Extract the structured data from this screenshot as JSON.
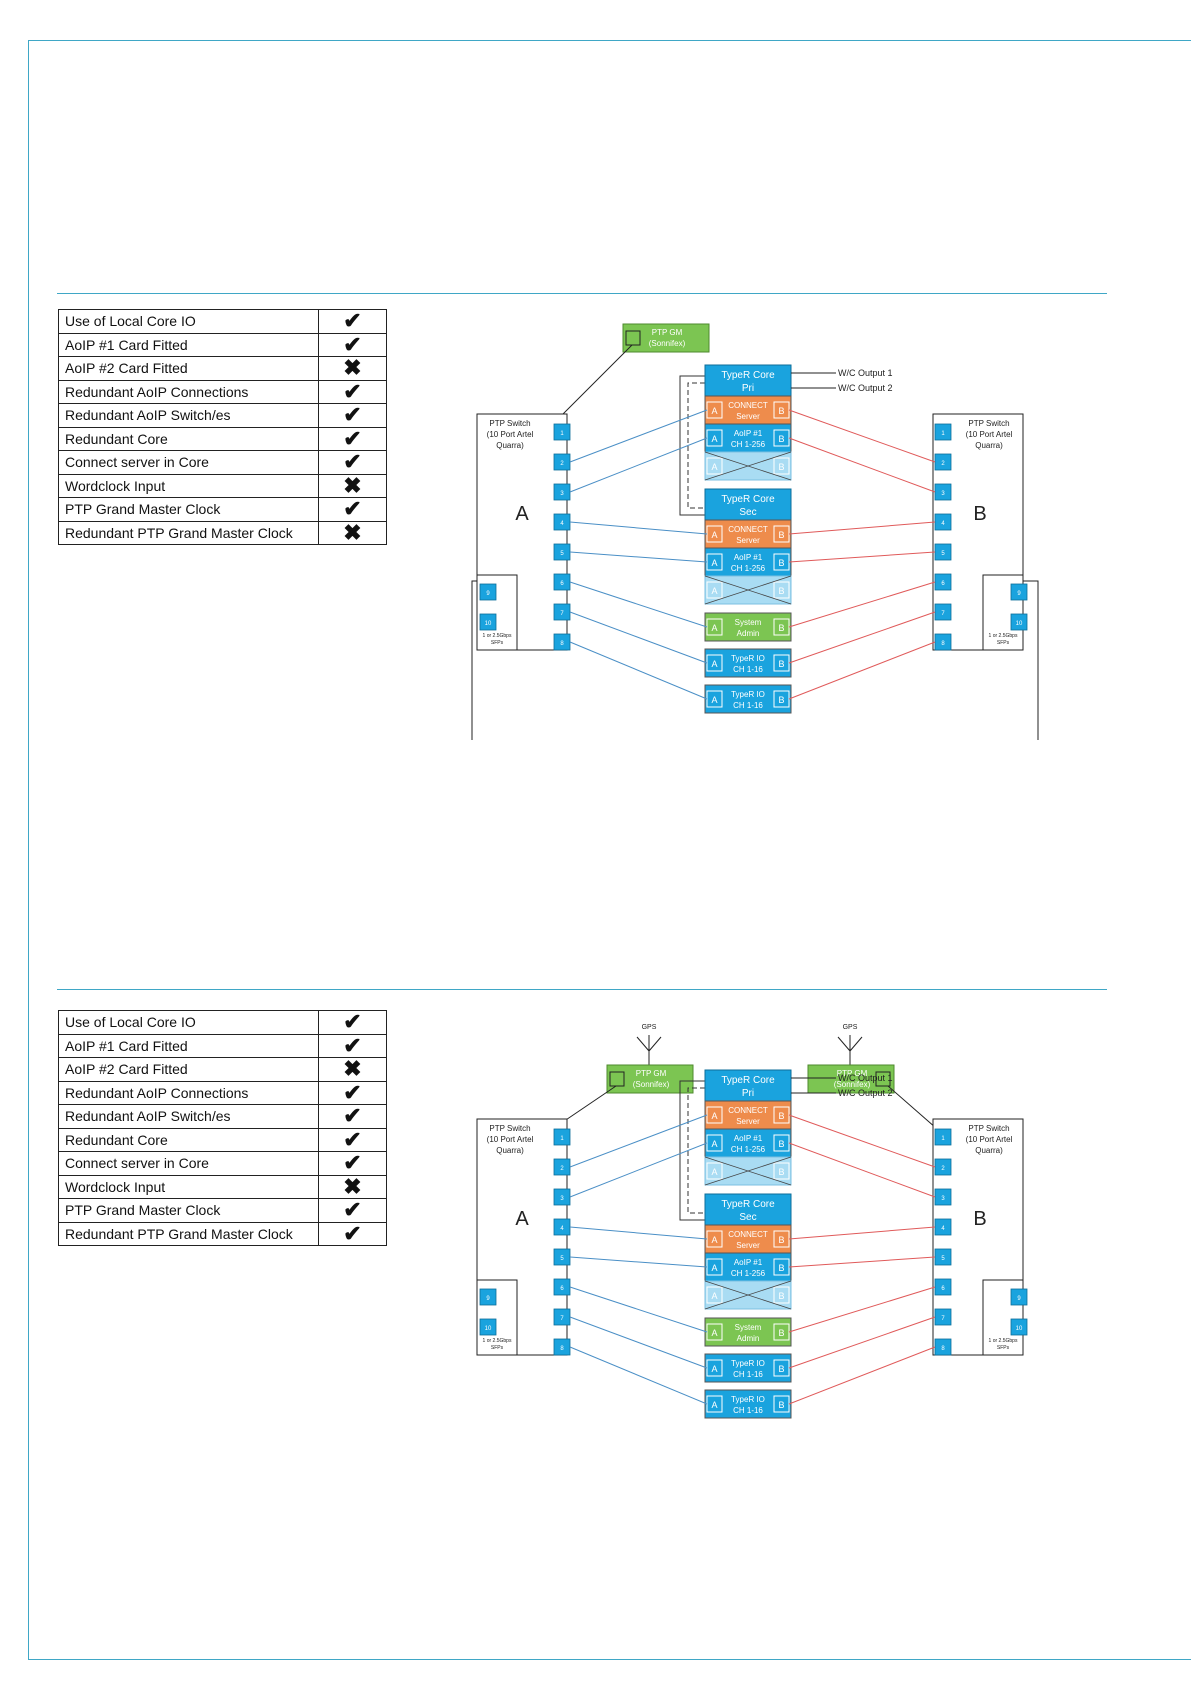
{
  "tables": [
    {
      "rows": [
        {
          "label": "Use of Local Core IO",
          "status": "yes"
        },
        {
          "label": "AoIP #1 Card Fitted",
          "status": "yes"
        },
        {
          "label": "AoIP #2 Card Fitted",
          "status": "no"
        },
        {
          "label": "Redundant AoIP Connections",
          "status": "yes"
        },
        {
          "label": "Redundant AoIP Switch/es",
          "status": "yes"
        },
        {
          "label": "Redundant Core",
          "status": "yes"
        },
        {
          "label": "Connect server in Core",
          "status": "yes"
        },
        {
          "label": "Wordclock Input",
          "status": "no"
        },
        {
          "label": "PTP Grand Master Clock",
          "status": "yes"
        },
        {
          "label": "Redundant PTP Grand Master Clock",
          "status": "no"
        }
      ]
    },
    {
      "rows": [
        {
          "label": "Use of Local Core IO",
          "status": "yes"
        },
        {
          "label": "AoIP #1 Card Fitted",
          "status": "yes"
        },
        {
          "label": "AoIP #2 Card Fitted",
          "status": "no"
        },
        {
          "label": "Redundant AoIP Connections",
          "status": "yes"
        },
        {
          "label": "Redundant AoIP Switch/es",
          "status": "yes"
        },
        {
          "label": "Redundant Core",
          "status": "yes"
        },
        {
          "label": "Connect server in Core",
          "status": "yes"
        },
        {
          "label": "Wordclock Input",
          "status": "no"
        },
        {
          "label": "PTP Grand Master Clock",
          "status": "yes"
        },
        {
          "label": "Redundant PTP Grand Master Clock",
          "status": "yes"
        }
      ]
    }
  ],
  "status_icons": {
    "yes": "check-icon",
    "no": "cross-icon"
  },
  "colors": {
    "accent_line": "#3fa7c6",
    "check": "#1aa51a",
    "cross": "#e21b1b",
    "core_blue": "#1aa3de",
    "connect_orange": "#ee8c4c",
    "system_green": "#7cc552",
    "link_a": "#4a8fc6",
    "link_b": "#e05a5a"
  },
  "diagrams": [
    {
      "ptp_gm": [
        {
          "line1": "PTP GM",
          "line2": "(Sonnifex)"
        }
      ],
      "gps_label": "",
      "switch_a": {
        "title1": "PTP Switch",
        "title2": "(10 Port Artel",
        "title3": "Quarra)",
        "letter": "A",
        "sfp1": "1 or 2.5Gbps",
        "sfp2": "SFPs"
      },
      "switch_b": {
        "title1": "PTP Switch",
        "title2": "(10 Port Artel",
        "title3": "Quarra)",
        "letter": "B",
        "sfp1": "1 or 2.5Gbps",
        "sfp2": "SFPs"
      },
      "ports": [
        "1",
        "2",
        "3",
        "4",
        "5",
        "6",
        "7",
        "8",
        "9",
        "10"
      ],
      "core_pri": {
        "line1": "TypeR Core",
        "line2": "Pri"
      },
      "core_sec": {
        "line1": "TypeR Core",
        "line2": "Sec"
      },
      "connect": {
        "line1": "CONNECT",
        "line2": "Server"
      },
      "aoip": {
        "line1": "AoIP #1",
        "line2": "CH 1-256"
      },
      "sysadmin": {
        "line1": "System",
        "line2": "Admin"
      },
      "typer_io": {
        "line1": "TypeR IO",
        "line2": "CH 1-16"
      },
      "wc_out1": "W/C Output 1",
      "wc_out2": "W/C Output 2",
      "port_a": "A",
      "port_b": "B"
    },
    {
      "ptp_gm": [
        {
          "line1": "PTP GM",
          "line2": "(Sonnifex)"
        },
        {
          "line1": "PTP GM",
          "line2": "(Sonnifex)"
        }
      ],
      "gps_label": "GPS",
      "switch_a": {
        "title1": "PTP Switch",
        "title2": "(10 Port Artel",
        "title3": "Quarra)",
        "letter": "A",
        "sfp1": "1 or 2.5Gbps",
        "sfp2": "SFPs"
      },
      "switch_b": {
        "title1": "PTP Switch",
        "title2": "(10 Port Artel",
        "title3": "Quarra)",
        "letter": "B",
        "sfp1": "1 or 2.5Gbps",
        "sfp2": "SFPs"
      },
      "ports": [
        "1",
        "2",
        "3",
        "4",
        "5",
        "6",
        "7",
        "8",
        "9",
        "10"
      ],
      "core_pri": {
        "line1": "TypeR Core",
        "line2": "Pri"
      },
      "core_sec": {
        "line1": "TypeR Core",
        "line2": "Sec"
      },
      "connect": {
        "line1": "CONNECT",
        "line2": "Server"
      },
      "aoip": {
        "line1": "AoIP #1",
        "line2": "CH 1-256"
      },
      "sysadmin": {
        "line1": "System",
        "line2": "Admin"
      },
      "typer_io": {
        "line1": "TypeR IO",
        "line2": "CH 1-16"
      },
      "wc_out1": "W/C Output 1",
      "wc_out2": "W/C Output 2",
      "port_a": "A",
      "port_b": "B"
    }
  ]
}
